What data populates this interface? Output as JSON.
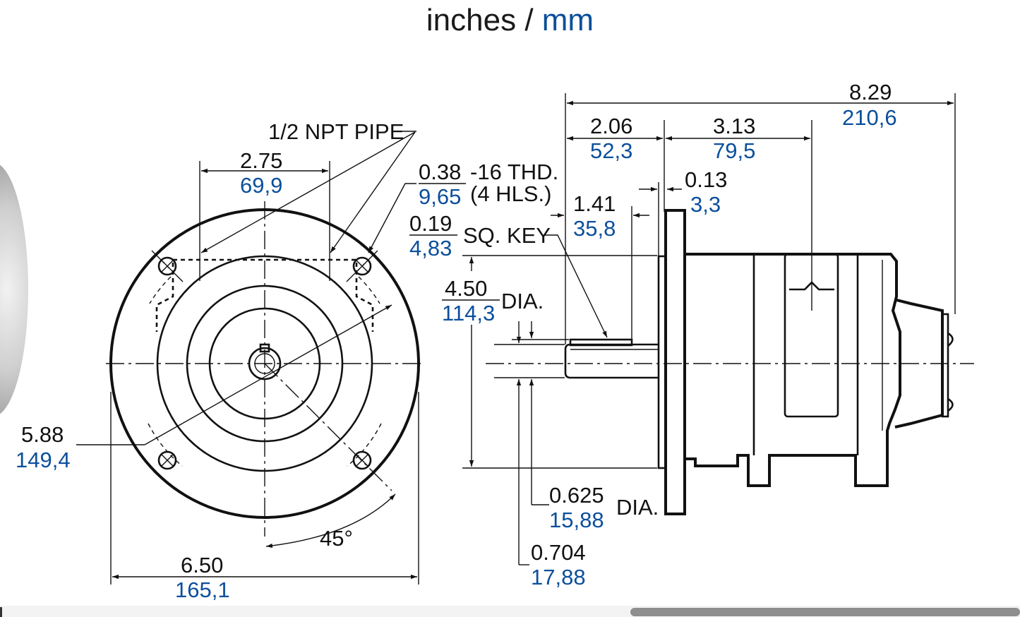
{
  "title": {
    "inches": "inches",
    "separator": " / ",
    "mm": "mm"
  },
  "colors": {
    "ink": "#111111",
    "metric_blue": "#0b4f9c",
    "scroll_thumb": "#8e8e8e"
  },
  "labels": {
    "pipe": "1/2 NPT PIPE",
    "thread": "-16 THD.",
    "holes": "(4 HLS.)",
    "sq_key": "SQ. KEY",
    "dia": "DIA.",
    "dia2": "DIA.",
    "angle": "45°"
  },
  "dims": {
    "pipe_spacing": {
      "in": "2.75",
      "mm": "69,9"
    },
    "thread_size": {
      "in": "0.38",
      "mm": "9,65"
    },
    "key_size": {
      "in": "0.19",
      "mm": "4,83"
    },
    "bolt_circle": {
      "in": "5.88",
      "mm": "149,4"
    },
    "flange_od": {
      "in": "6.50",
      "mm": "165,1"
    },
    "pilot_dia": {
      "in": "4.50",
      "mm": "114,3"
    },
    "shaft_dia": {
      "in": "0.625",
      "mm": "15,88"
    },
    "key_height": {
      "in": "0.704",
      "mm": "17,88"
    },
    "shaft_len": {
      "in": "2.06",
      "mm": "52,3"
    },
    "key_len": {
      "in": "1.41",
      "mm": "35,8"
    },
    "body_len": {
      "in": "3.13",
      "mm": "79,5"
    },
    "flange_thk": {
      "in": "0.13",
      "mm": "3,3"
    },
    "overall_len": {
      "in": "8.29",
      "mm": "210,6"
    }
  }
}
